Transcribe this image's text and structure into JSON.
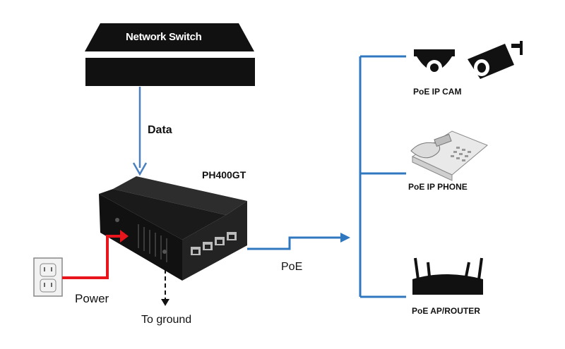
{
  "diagram": {
    "network_switch_label": "Network Switch",
    "data_label": "Data",
    "device_model": "PH400GT",
    "poe_label": "PoE",
    "power_label": "Power",
    "ground_label": "To ground",
    "endpoints": [
      {
        "label": "PoE IP CAM",
        "icon": "ip-camera-icon"
      },
      {
        "label": "PoE IP PHONE",
        "icon": "ip-phone-icon"
      },
      {
        "label": "PoE AP/ROUTER",
        "icon": "router-icon"
      }
    ]
  },
  "colors": {
    "data_line": "#4a7fc1",
    "poe_line": "#2f78c0",
    "power_line": "#e8161c",
    "device_body": "#1c1c1c",
    "switch_body": "#111111"
  }
}
